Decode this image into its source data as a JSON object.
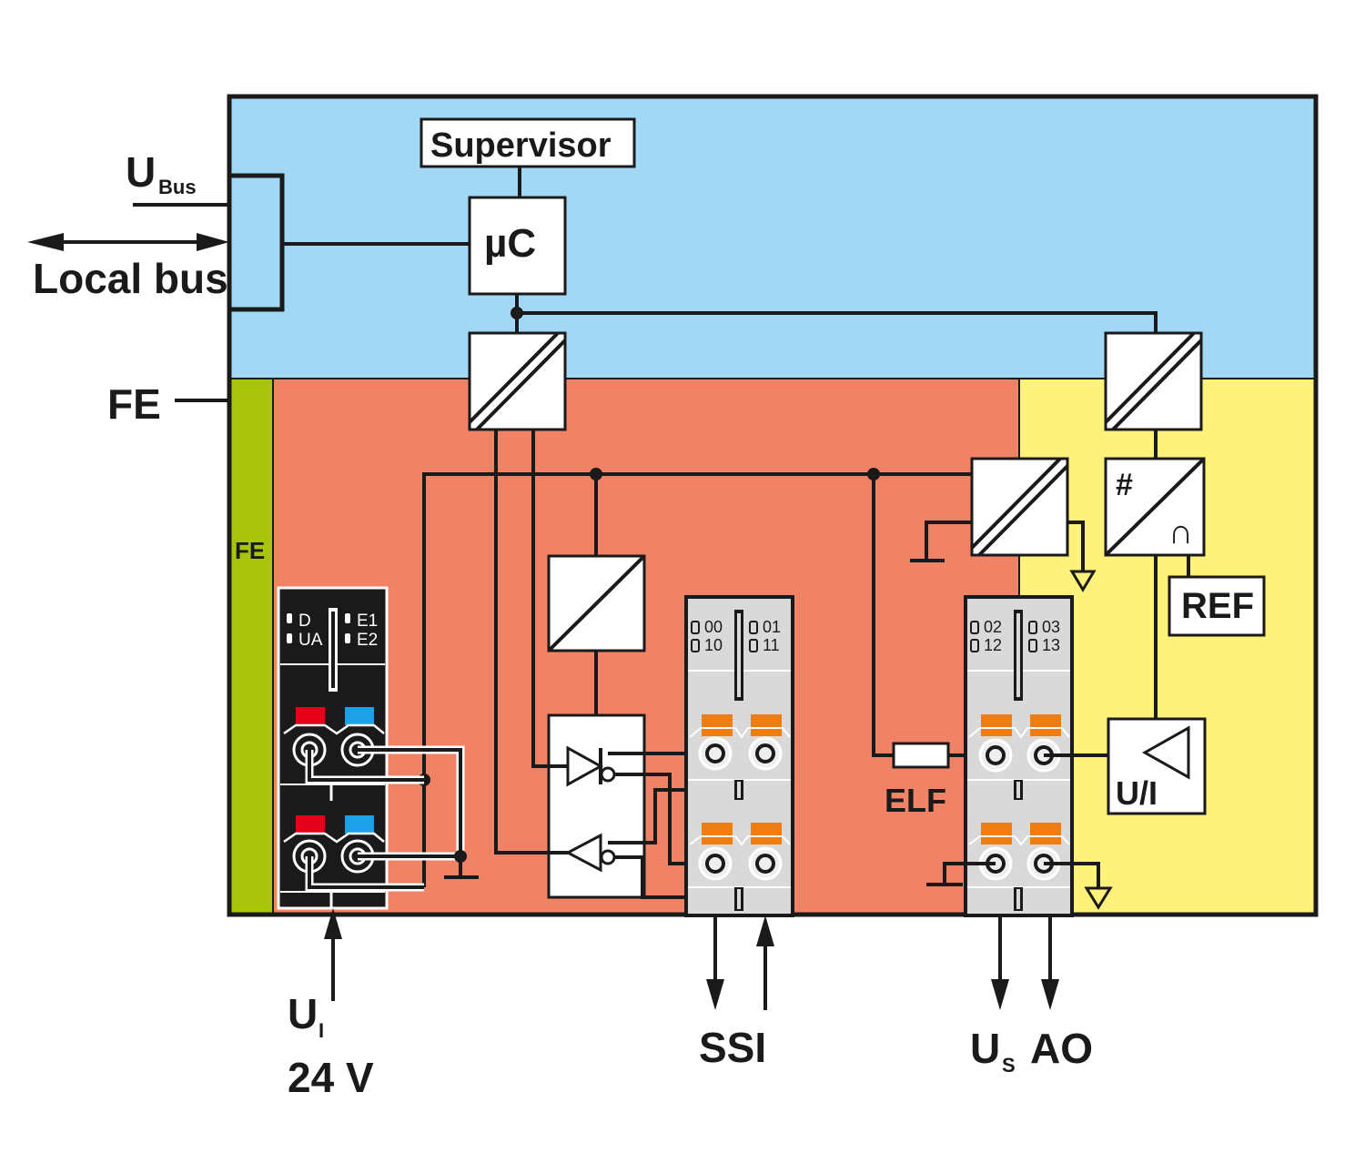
{
  "colors": {
    "bus_zone": "#a3d8f5",
    "logic_zone": "#f08265",
    "analog_zone": "#fff27a",
    "fe_strip": "#a8c50b",
    "terminal_grey": "#d9d9d9",
    "push_button": "#f07d12",
    "red_marker": "#e2001a",
    "blue_marker": "#1ea0e6"
  },
  "labels": {
    "ubus_main": "U",
    "ubus_sub": "Bus",
    "local_bus": "Local bus",
    "fe_left": "FE",
    "fe_strip": "FE",
    "supervisor": "Supervisor",
    "microcontroller": "µC",
    "ref": "REF",
    "elf": "ELF",
    "ui_converter": "U/I",
    "digital_symbol": "#",
    "analog_symbol": "∩",
    "ui_main": "U",
    "ui_sub": "I",
    "supply_voltage": "24 V",
    "ssi": "SSI",
    "us_main": "U",
    "us_sub": "S",
    "ao": "AO"
  },
  "power_connector": {
    "leds_left": [
      "D",
      "UA"
    ],
    "leds_right": [
      "E1",
      "E2"
    ]
  },
  "terminal_ssi": {
    "row1": [
      "00",
      "01"
    ],
    "row2": [
      "10",
      "11"
    ]
  },
  "terminal_ao": {
    "row1": [
      "02",
      "03"
    ],
    "row2": [
      "12",
      "13"
    ]
  }
}
